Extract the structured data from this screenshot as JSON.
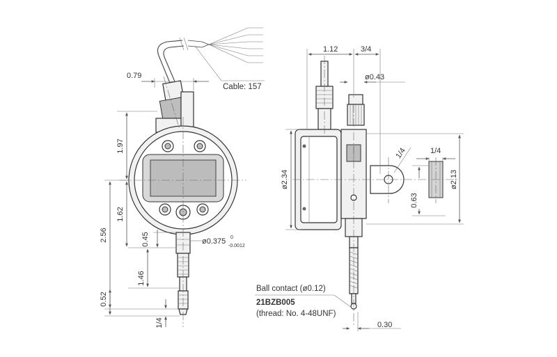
{
  "front_view": {
    "dim_width_top": "0.79",
    "cable_label": "Cable: 157",
    "dim_197": "1.97",
    "dim_162": "1.62",
    "dim_256": "2.56",
    "dim_045": "0.45",
    "stem_diameter": "ø0.375",
    "stem_tol_upper": "0",
    "stem_tol_lower": "-0.0012",
    "dim_146": "1.46",
    "dim_052": "0.52",
    "dim_quarter": "1/4"
  },
  "side_view": {
    "dim_112": "1.12",
    "dim_34": "3/4",
    "dim_043": "ø0.43",
    "dim_234": "ø2.34",
    "dim_14_diag": "1/4",
    "dim_14_top": "1/4",
    "dim_063": "0.63",
    "dim_213": "ø2.13",
    "dim_030": "0.30",
    "ball_contact": "Ball contact (ø0.12)",
    "part_number": "21BZB005",
    "thread": "(thread: No. 4-48UNF)"
  }
}
